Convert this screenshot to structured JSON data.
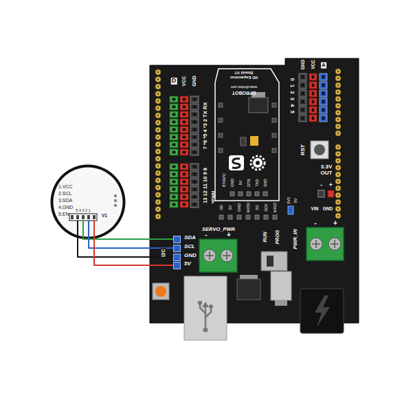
{
  "diagram": {
    "nodes": [
      {
        "text": [
          "1.VCC",
          "2.SCL",
          "3.SDA",
          "4.GND",
          "5.EN"
        ]
      },
      {
        "text": [
          "I/O Expansion Shield V7"
        ]
      },
      {
        "text": [
          "SDA"
        ],
        "in": 1
      },
      {
        "text": [
          "SCL"
        ],
        "in": 1
      },
      {
        "text": [
          "GND"
        ],
        "in": 1
      },
      {
        "text": [
          "5V"
        ],
        "in": 1
      }
    ],
    "edges": [
      {
        "from": 0,
        "to": 2,
        "arrow": "none"
      },
      {
        "from": 0,
        "to": 3,
        "arrow": "none"
      },
      {
        "from": 0,
        "to": 4,
        "arrow": "none"
      },
      {
        "from": 0,
        "to": 5,
        "arrow": "none"
      }
    ],
    "labels": [
      "D",
      "VCC",
      "GND",
      "13 12 11 10 9 8",
      "7 *6 *5 4 *3 2 TX RX",
      "*PWM",
      "DFROBOT",
      "www.dfrobot.com",
      "BT/APC",
      "GND",
      "5V",
      "DTR",
      "TXD",
      "RXD",
      "SD",
      "5V",
      "GND",
      "MOSI",
      "SS",
      "SCK",
      "MISO",
      "3V3",
      "5V",
      "RST",
      "3.3V OUT",
      "-",
      "+",
      "VIN",
      "GND",
      "SERVO_PWR",
      "-",
      "+",
      "RUN",
      "PROG",
      "PWR_IN",
      "-",
      "+",
      "I2C",
      "GND",
      "VCC",
      "A",
      "0 1 2 3 4 5",
      "5 4 3 2 1",
      "V1"
    ]
  }
}
